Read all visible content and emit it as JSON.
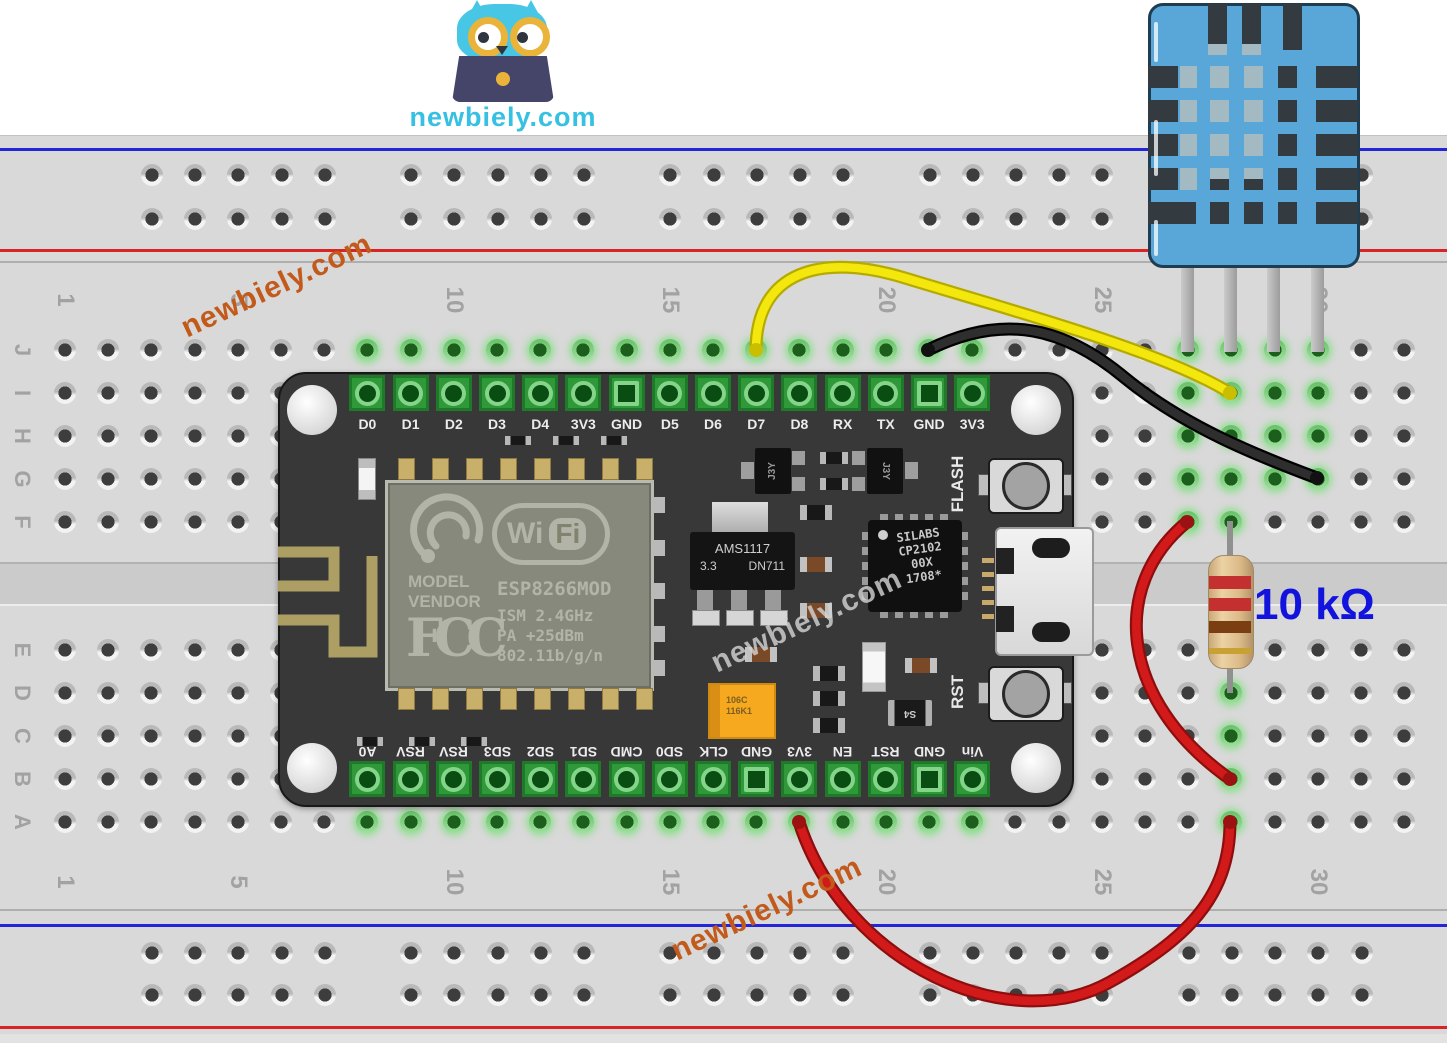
{
  "logo": {
    "site_text": "newbiely.com",
    "text_color": "#36c0e2",
    "owl_body_color": "#47c6e6",
    "glasses_color": "#eab33a",
    "laptop_color": "#454569"
  },
  "watermark": {
    "text": "newbiely.com",
    "orange_color": "#c25a1b",
    "gray_color": "rgba(210,210,210,0.82)"
  },
  "breadboard": {
    "row_letters_top": [
      "J",
      "I",
      "H",
      "G",
      "F"
    ],
    "row_letters_bottom": [
      "E",
      "D",
      "C",
      "B",
      "A"
    ],
    "column_numbers": [
      1,
      5,
      10,
      15,
      20,
      25,
      30
    ],
    "rail_blue": "#2424d8",
    "rail_red": "#d82424",
    "green_holes": {
      "J": [
        8,
        9,
        10,
        11,
        12,
        13,
        14,
        15,
        16,
        17,
        18,
        19,
        20,
        21,
        22,
        27,
        28,
        29,
        30
      ],
      "I": [
        27,
        28,
        29,
        30
      ],
      "H": [
        27,
        28,
        29,
        30
      ],
      "G": [
        27,
        28,
        29,
        30
      ],
      "F": [
        27,
        28
      ],
      "E": [],
      "D": [
        28
      ],
      "C": [
        28
      ],
      "B": [
        28
      ],
      "A": [
        8,
        9,
        10,
        11,
        12,
        13,
        14,
        15,
        16,
        17,
        18,
        19,
        20,
        21,
        22,
        28
      ]
    }
  },
  "nodemcu": {
    "top_pins": [
      "D0",
      "D1",
      "D2",
      "D3",
      "D4",
      "3V3",
      "GND",
      "D5",
      "D6",
      "D7",
      "D8",
      "RX",
      "TX",
      "GND",
      "3V3"
    ],
    "bottom_pins": [
      "A0",
      "RSV",
      "RSV",
      "SD3",
      "SD2",
      "SD1",
      "CMD",
      "SD0",
      "CLK",
      "GND",
      "3V3",
      "EN",
      "RST",
      "GND",
      "Vin"
    ],
    "gnd_square_top": [
      6,
      13
    ],
    "gnd_square_bottom": [
      9,
      13
    ],
    "module": {
      "wifi_w": "Wi",
      "wifi_f": "Fi",
      "model": "MODEL",
      "vendor": "VENDOR",
      "chip_name": "ESP8266MOD",
      "fcc": "FCC",
      "specs": [
        "ISM 2.4GHz",
        "PA  +25dBm",
        "802.11b/g/n"
      ]
    },
    "regulator": {
      "line1": "AMS1117",
      "line2": "3.3",
      "line3": "DN711"
    },
    "usb_chip": {
      "lines": [
        "SILABS",
        "CP2102",
        "00X",
        "1708*"
      ]
    },
    "buttons": {
      "flash": "FLASH",
      "reset": "RST"
    },
    "capacitor": {
      "line1": "106C",
      "line2": "116K1"
    },
    "transistor_marking": "J3Y",
    "smd_marking": "S4"
  },
  "resistor": {
    "label": "10 kΩ",
    "label_color": "#1213dd",
    "body_color": "#dcba88",
    "bands": [
      "#c43030",
      "#c43030",
      "#7a3e12",
      "#c8a133"
    ]
  },
  "wire_colors": {
    "yellow": "#f3e70d",
    "black": "#2e2e2e",
    "red": "#d31a1a"
  }
}
